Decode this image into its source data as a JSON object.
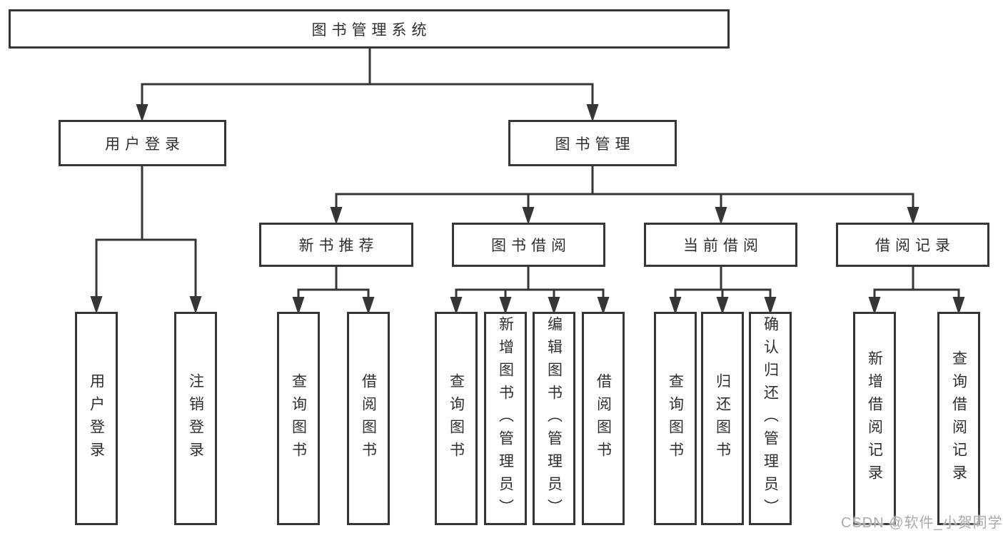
{
  "tree": {
    "root": {
      "label": "图书管理系统",
      "children": [
        {
          "label": "用户登录",
          "children": [
            {
              "label": "用户登录"
            },
            {
              "label": "注销登录"
            }
          ]
        },
        {
          "label": "图书管理",
          "children": [
            {
              "label": "新书推荐",
              "children": [
                {
                  "label": "查询图书"
                },
                {
                  "label": "借阅图书"
                }
              ]
            },
            {
              "label": "图书借阅",
              "children": [
                {
                  "label": "查询图书"
                },
                {
                  "label": "新增图书（管理员）"
                },
                {
                  "label": "编辑图书（管理员）"
                },
                {
                  "label": "借阅图书"
                }
              ]
            },
            {
              "label": "当前借阅",
              "children": [
                {
                  "label": "查询图书"
                },
                {
                  "label": "归还图书"
                },
                {
                  "label": "确认归还（管理员）"
                }
              ]
            },
            {
              "label": "借阅记录",
              "children": [
                {
                  "label": "新增借阅记录"
                },
                {
                  "label": "查询借阅记录"
                }
              ]
            }
          ]
        }
      ]
    }
  },
  "watermark": {
    "text": "CSDN @软件_小贺同学"
  },
  "colors": {
    "line": "#363636",
    "text": "#2f2f2f",
    "watermark_gray": "#a9a9a9",
    "background": "#ffffff"
  }
}
